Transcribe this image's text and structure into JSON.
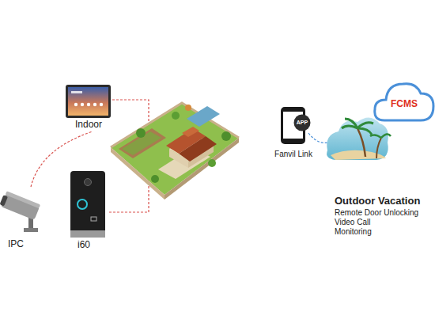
{
  "diagram": {
    "nodes": [
      {
        "text": [
          "Indoor"
        ]
      },
      {
        "text": [
          "IPC"
        ]
      },
      {
        "text": [
          "i60"
        ]
      },
      {
        "text": [
          "APP",
          "Fanvil Link"
        ]
      },
      {
        "text": [
          "FCMS"
        ]
      }
    ],
    "edges": [
      {
        "from": 1,
        "to": 0,
        "arrow": "none"
      }
    ],
    "labels": [
      "Outdoor Vacation",
      "Remote Door Unlocking",
      "Video Call",
      "Monitoring"
    ]
  }
}
